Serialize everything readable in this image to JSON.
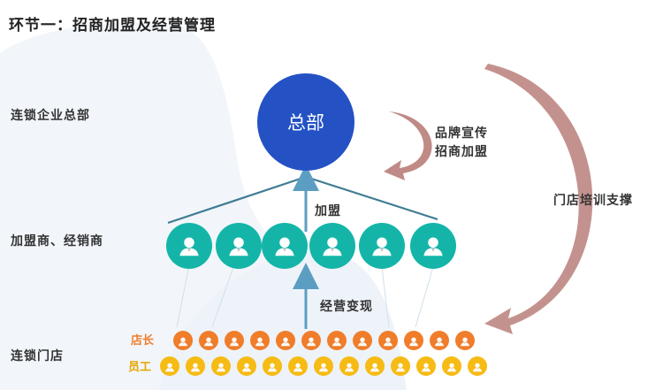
{
  "title": "环节一：招商加盟及经营管理",
  "levels": {
    "hq": "连锁企业总部",
    "dealers": "加盟商、经销商",
    "stores": "连锁门店"
  },
  "hq_node": {
    "label": "总部"
  },
  "flows": {
    "branding_line1": "品牌宣传",
    "branding_line2": "招商加盟",
    "join": "加盟",
    "operation": "经营变现",
    "training": "门店培训支撑"
  },
  "store_rows": {
    "manager_label": "店长",
    "staff_label": "员工",
    "manager_count": 12,
    "staff_count": 13
  },
  "dealer_count": 6,
  "colors": {
    "hq": "#2452c4",
    "dealer": "#14b5a8",
    "manager": "#f07d2a",
    "staff": "#f6bb14",
    "link": "#3f7c92",
    "arrow": "#c08a86",
    "arrow_up": "#5b9ec2"
  },
  "icons": [
    "person-icon"
  ]
}
